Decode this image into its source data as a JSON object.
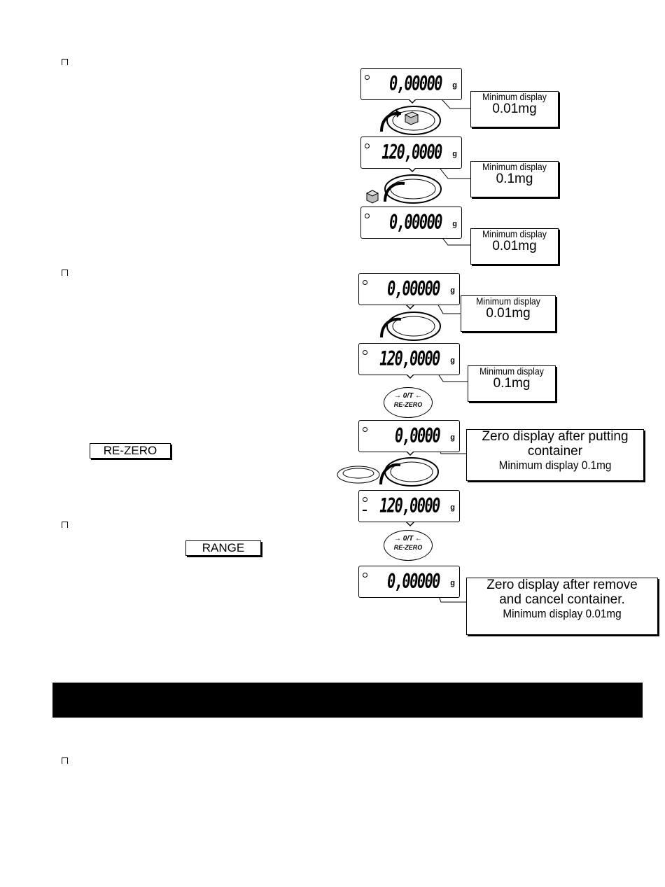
{
  "keys": {
    "rezero_label": "RE-ZERO",
    "range_label": "RANGE"
  },
  "rezero_button": {
    "symbol": "→ 0/T ←",
    "label": "RE-ZERO"
  },
  "displays": [
    {
      "value": "0,00000",
      "unit": "g",
      "minus": false
    },
    {
      "value": "120,0000",
      "unit": "g",
      "minus": false
    },
    {
      "value": "0,00000",
      "unit": "g",
      "minus": false
    },
    {
      "value": "0,00000",
      "unit": "g",
      "minus": false
    },
    {
      "value": "120,0000",
      "unit": "g",
      "minus": false
    },
    {
      "value": "0,0000",
      "unit": "g",
      "minus": false
    },
    {
      "value": "120,0000",
      "unit": "g",
      "minus": true
    },
    {
      "value": "0,00000",
      "unit": "g",
      "minus": false
    }
  ],
  "callouts": [
    {
      "line1": "Minimum display",
      "line2": "0.01mg"
    },
    {
      "line1": "Minimum display",
      "line2": "0.1mg"
    },
    {
      "line1": "Minimum display",
      "line2": "0.01mg"
    },
    {
      "line1": "Minimum display",
      "line2": "0.01mg"
    },
    {
      "line1": "Minimum display",
      "line2": "0.1mg"
    },
    {
      "line1": "Zero display after putting",
      "line2": "container",
      "line3": "Minimum display 0.1mg"
    },
    {
      "line1": "Zero display after remove",
      "line2": "and cancel container.",
      "line3": "Minimum display 0.01mg"
    }
  ]
}
